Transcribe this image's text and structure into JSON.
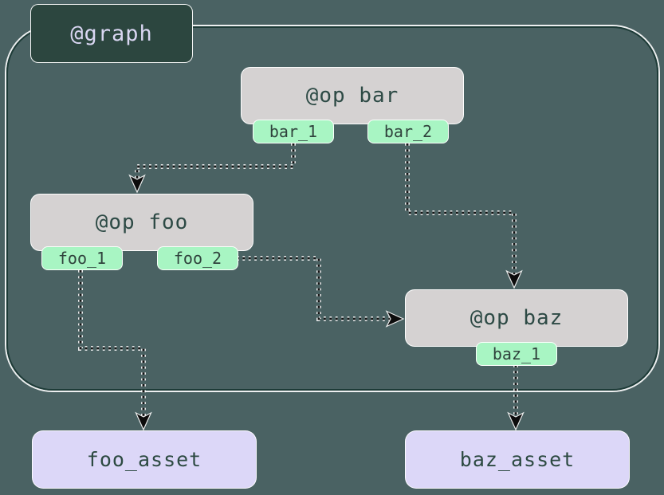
{
  "graph": {
    "label": "@graph"
  },
  "ops": [
    {
      "id": "bar",
      "label": "@op bar",
      "outputs": [
        "bar_1",
        "bar_2"
      ]
    },
    {
      "id": "foo",
      "label": "@op foo",
      "outputs": [
        "foo_1",
        "foo_2"
      ]
    },
    {
      "id": "baz",
      "label": "@op baz",
      "outputs": [
        "baz_1"
      ]
    }
  ],
  "assets": [
    {
      "label": "foo_asset"
    },
    {
      "label": "baz_asset"
    }
  ],
  "edges": [
    {
      "from": "bar_1",
      "to": "@op foo"
    },
    {
      "from": "bar_2",
      "to": "@op baz"
    },
    {
      "from": "foo_2",
      "to": "@op baz"
    },
    {
      "from": "foo_1",
      "to": "foo_asset"
    },
    {
      "from": "baz_1",
      "to": "baz_asset"
    }
  ],
  "colors": {
    "background": "#4a6263",
    "graph_label_fill": "#2c463f",
    "graph_label_text": "#d9d6f2",
    "graph_border": "#1d3b37",
    "op_fill": "#d5d2d2",
    "op_text": "#2d4a45",
    "output_tag_fill": "#a8f5c3",
    "output_tag_text": "#2f423c",
    "asset_fill": "#dcd7f8",
    "asset_text": "#2d4a42",
    "edge": "#141414",
    "casing": "#ffffff"
  }
}
